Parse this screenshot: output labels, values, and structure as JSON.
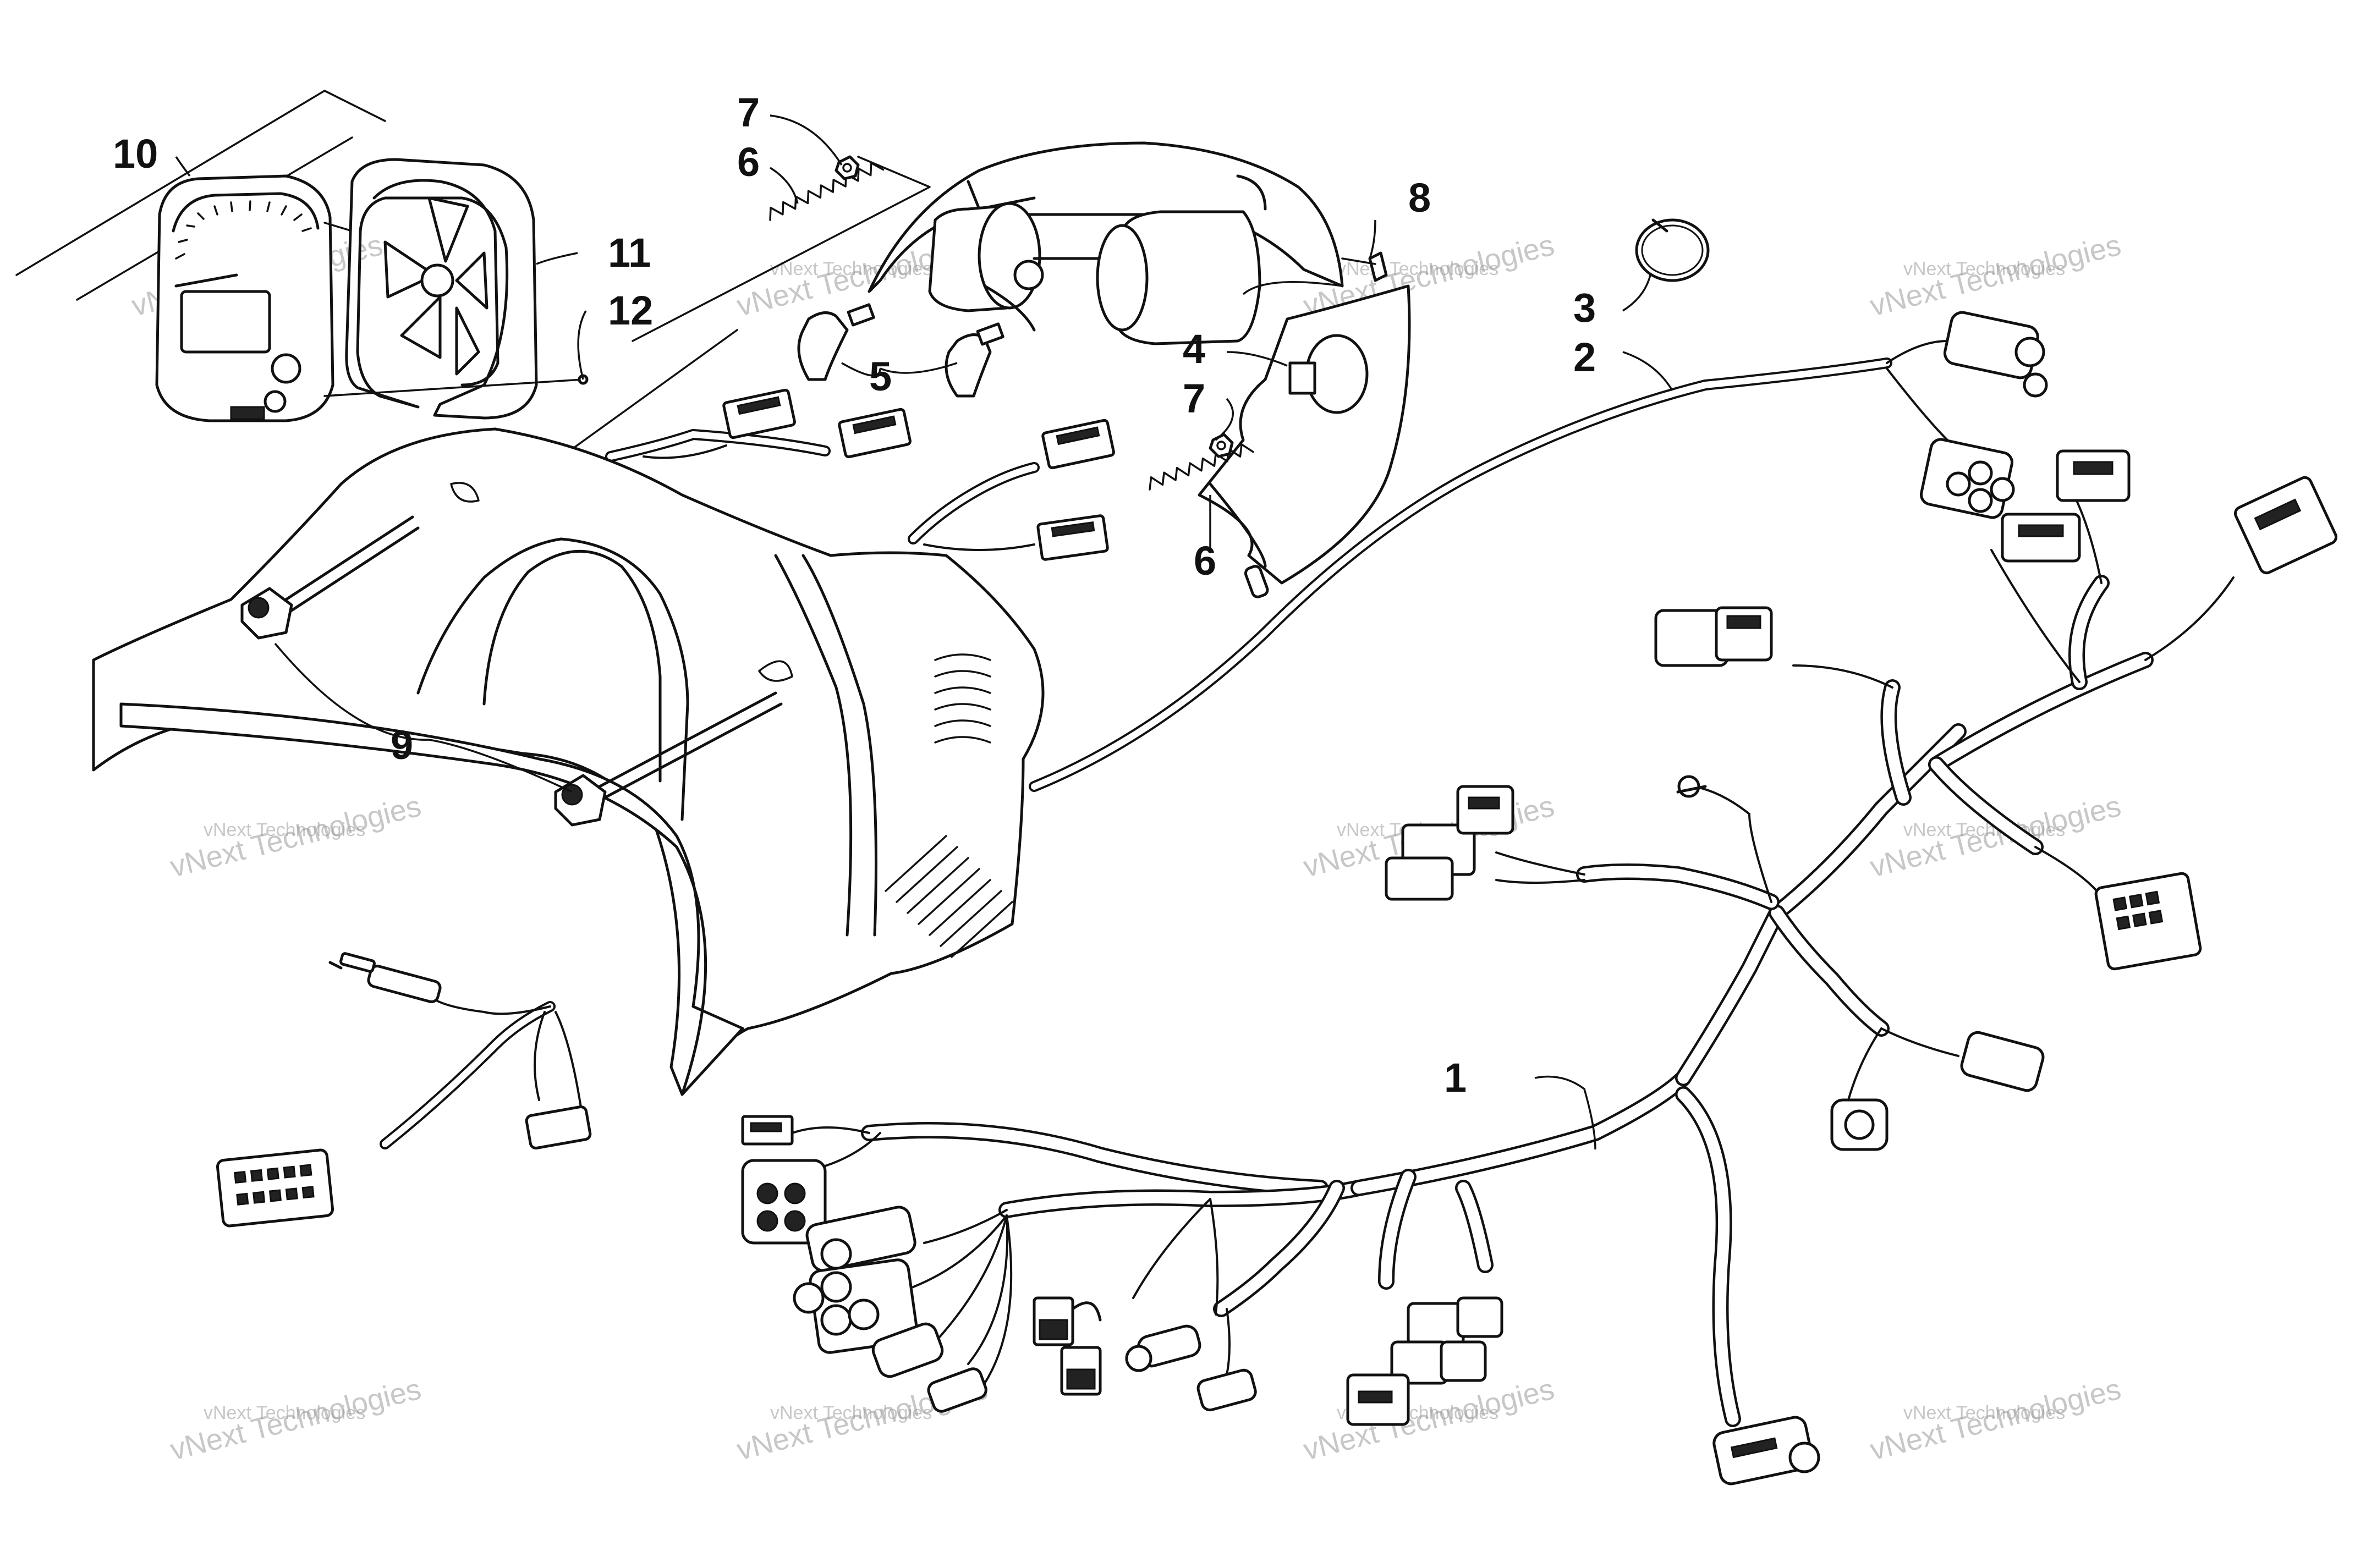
{
  "callouts": [
    {
      "id": "1",
      "text": "1"
    },
    {
      "id": "2",
      "text": "2"
    },
    {
      "id": "3",
      "text": "3"
    },
    {
      "id": "4",
      "text": "4"
    },
    {
      "id": "5",
      "text": "5"
    },
    {
      "id": "6a",
      "text": "6"
    },
    {
      "id": "6b",
      "text": "6"
    },
    {
      "id": "7a",
      "text": "7"
    },
    {
      "id": "7b",
      "text": "7"
    },
    {
      "id": "8",
      "text": "8"
    },
    {
      "id": "9",
      "text": "9"
    },
    {
      "id": "10",
      "text": "10"
    },
    {
      "id": "11",
      "text": "11"
    },
    {
      "id": "12",
      "text": "12"
    }
  ],
  "watermark": {
    "line1": "vNext Technologies",
    "line2": "vNext Technologies"
  }
}
